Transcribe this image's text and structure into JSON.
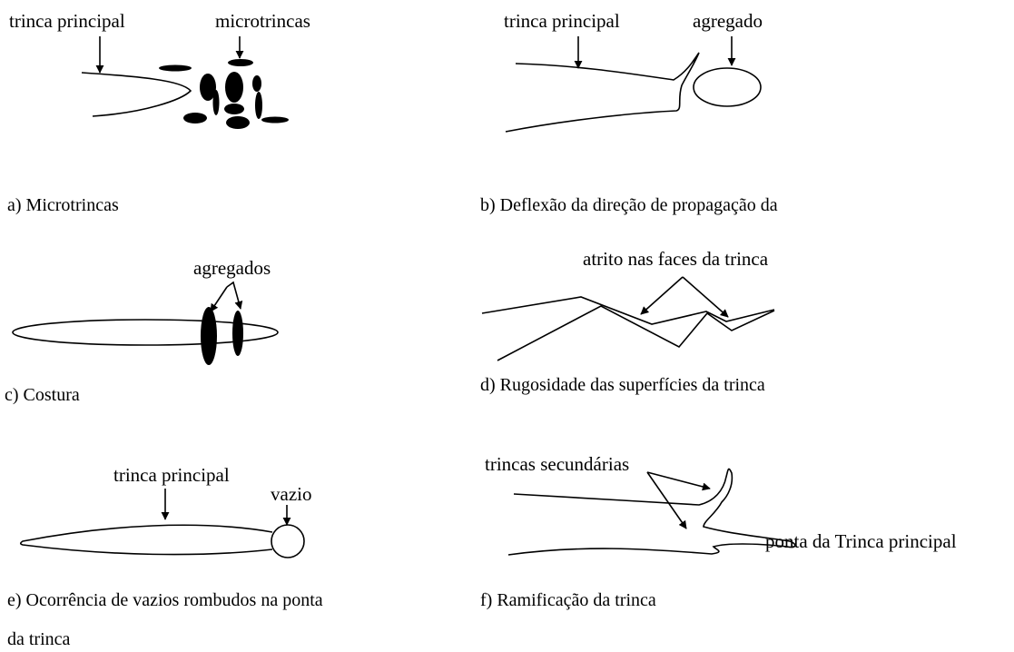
{
  "panel_a": {
    "label_main_crack": "trinca principal",
    "label_microcracks": "microtrincas",
    "caption": "a) Microtrincas"
  },
  "panel_b": {
    "label_main_crack": "trinca principal",
    "label_aggregate": "agregado",
    "caption": "b) Deflexão da direção de propagação da"
  },
  "panel_c": {
    "label_aggregates": "agregados",
    "caption": "c) Costura"
  },
  "panel_d": {
    "label_friction": "atrito nas faces da trinca",
    "caption": "d) Rugosidade das superfícies da trinca"
  },
  "panel_e": {
    "label_main_crack": "trinca principal",
    "label_void": "vazio",
    "caption_line1": "e) Ocorrência de vazios rombudos na ponta",
    "caption_line2": "da trinca"
  },
  "panel_f": {
    "label_secondary": "trincas secundárias",
    "label_tip": "ponta da Trinca principal",
    "caption": "f) Ramificação da trinca"
  }
}
